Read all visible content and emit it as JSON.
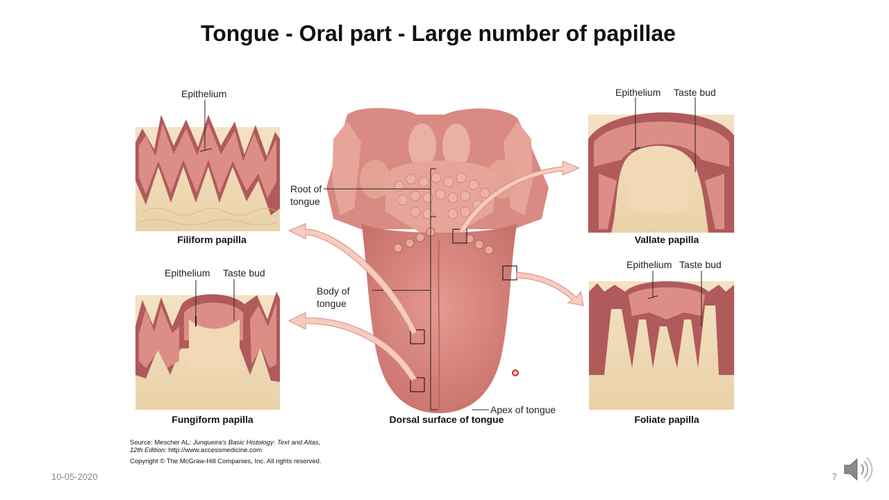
{
  "slide": {
    "title": "Tongue - Oral part - Large number of papillae",
    "date": "10-05-2020",
    "slide_number": "7"
  },
  "labels": {
    "filiform_epithelium": "Epithelium",
    "vallate_epithelium": "Epithelium",
    "vallate_taste_bud": "Taste bud",
    "fungiform_epithelium": "Epithelium",
    "fungiform_taste_bud": "Taste bud",
    "foliate_epithelium": "Epithelium",
    "foliate_taste_bud": "Taste bud",
    "root_line1": "Root of",
    "root_line2": "tongue",
    "body_line1": "Body of",
    "body_line2": "tongue",
    "apex": "Apex of tongue"
  },
  "captions": {
    "filiform": "Filiform papilla",
    "vallate": "Vallate papilla",
    "fungiform": "Fungiform papilla",
    "foliate": "Foliate papilla",
    "dorsal": "Dorsal surface of tongue"
  },
  "source": {
    "prefix": "Source: Mescher AL: ",
    "book": "Junqueira's Basic Histology: Text and Atlas,",
    "edition": "12th Edition:",
    "url": " http://www.accessmedicine.com",
    "copyright": "Copyright © The McGraw-Hill Companies, Inc. All rights reserved."
  },
  "colors": {
    "tissue_pink": "#d9847f",
    "dark_epithelium": "#b05a5c",
    "connective_tissue": "#f0d9b5",
    "arrow_fill": "#f6cbc0"
  },
  "icons": {
    "audio": "speaker-icon"
  }
}
